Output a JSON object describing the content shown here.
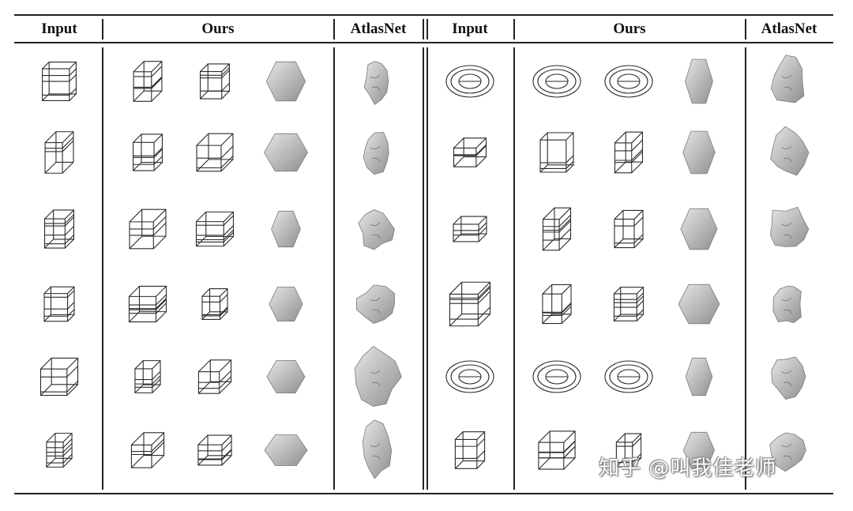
{
  "headers": {
    "left_input": "Input",
    "left_ours": "Ours",
    "left_atlasnet": "AtlasNet",
    "right_input": "Input",
    "right_ours": "Ours",
    "right_atlasnet": "AtlasNet"
  },
  "watermark": "知乎 @叫我佳老师",
  "layout": {
    "rows": 6,
    "columns": [
      "Input",
      "Ours",
      "Ours",
      "Ours",
      "AtlasNet",
      "Input",
      "Ours",
      "Ours",
      "Ours",
      "AtlasNet"
    ],
    "column_styles": [
      "wireframe",
      "wireframe",
      "wireframe",
      "shaded",
      "shaded-rough",
      "wireframe",
      "wireframe",
      "wireframe",
      "shaded",
      "shaded-rough"
    ]
  },
  "colors": {
    "rule": "#222222",
    "wire": "#2b2b2b",
    "shade_light": "#e6e6e6",
    "shade_dark": "#8f8f8f"
  }
}
